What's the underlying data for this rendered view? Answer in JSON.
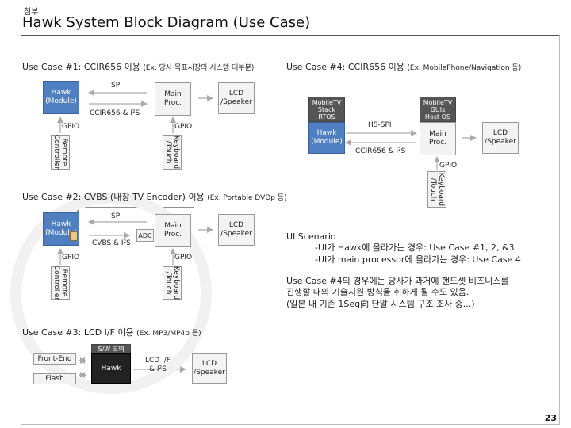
{
  "header": {
    "small_label": "첨부",
    "title": "Hawk System Block Diagram (Use Case)"
  },
  "page_number": "23",
  "uc1": {
    "title": "Use Case #1: CCIR656 이용",
    "example": "(Ex. 당사 목표시장의 시스템 대부분)",
    "hawk": "Hawk\n(Module)",
    "main": "Main\nProc.",
    "lcd": "LCD\n/Speaker",
    "spi": "SPI",
    "ccir": "CCIR656 & I²S",
    "gpio_left": "GPIO",
    "gpio_right": "GPIO",
    "remote": "Remote\nController",
    "keyboard": "Keyboard\n/Touch"
  },
  "uc2": {
    "title": "Use Case #2: CVBS (내장 TV Encoder) 이용",
    "example": "(Ex. Portable DVDp 등)",
    "hawk": "Hawk\n(Module)",
    "main": "Main\nProc.",
    "lcd": "LCD\n/Speaker",
    "adc": "ADC",
    "spi": "SPI",
    "cvbs": "CVBS & I²S",
    "gpio_left": "GPIO",
    "gpio_right": "GPIO",
    "remote": "Remote\nController",
    "keyboard": "Keyboard\n/Touch"
  },
  "uc3": {
    "title": "Use Case #3: LCD I/F 이용",
    "example": "(Ex. MP3/MP4p 등)",
    "sw_core": "S/W 코덱",
    "hawk": "Hawk",
    "front_end": "Front-End",
    "flash": "Flash",
    "lcd_if": "LCD I/F\n& I²S",
    "lcd": "LCD\n/Speaker"
  },
  "uc4": {
    "title": "Use Case #4: CCIR656 이용",
    "example": "(Ex. MobilePhone/Navigation 등)",
    "left_hdr": "MobileTV\nStack\nRTOS",
    "right_hdr": "MobileTV\nGUIs\nHost OS",
    "hawk": "Hawk\n(Module)",
    "main": "Main\nProc.",
    "lcd": "LCD\n/Speaker",
    "hs_spi": "HS-SPI",
    "ccir": "CCIR656 & I²S",
    "gpio": "GPIO",
    "keyboard": "Keyboard\n/Touch"
  },
  "scenario": {
    "title": "UI Scenario",
    "line1": "-UI가 Hawk에 올라가는 경우: Use Case #1, 2, &3",
    "line2": "-UI가 main processor에 올라가는 경우: Use Case 4",
    "note1": "Use Case #4의 경우에는 당사가 과거에 핸드셋 비즈니스를",
    "note2": "진행할 때의 기술지원 방식을 취하게 될 수도 있음.",
    "note3": "(일본 내 기존 1Seg向 단말 시스템 구조 조사 중...)"
  },
  "colors": {
    "hawk_blue": "#4f7fc0",
    "box_grey": "#f3f3f3",
    "dark_box": "#222222"
  }
}
